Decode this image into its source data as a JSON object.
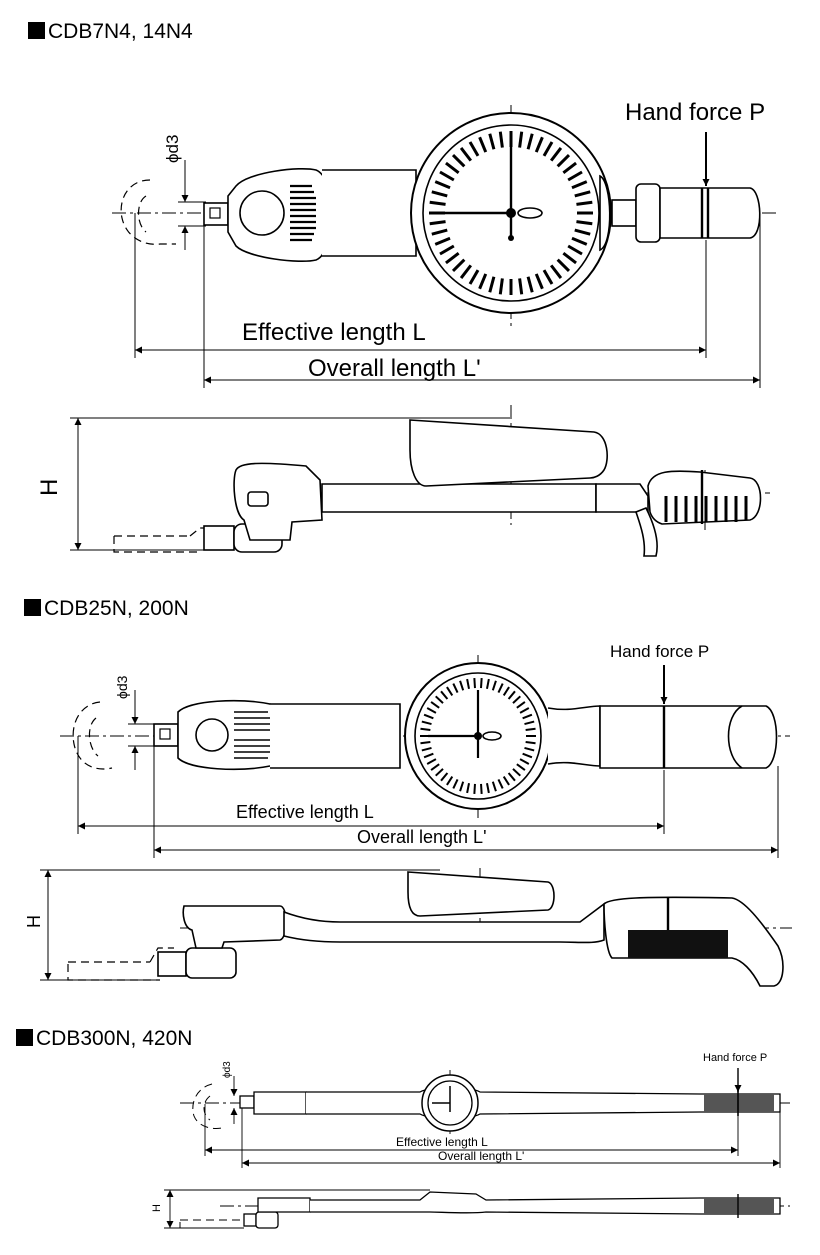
{
  "sections": [
    {
      "title": "CDB7N4, 14N4",
      "labels": {
        "hand_force": "Hand force P",
        "diameter": "ϕd3",
        "effective_length": "Effective length L",
        "overall_length": "Overall length L'",
        "height": "H"
      }
    },
    {
      "title": "CDB25N, 200N",
      "labels": {
        "hand_force": "Hand force P",
        "diameter": "ϕd3",
        "effective_length": "Effective length L",
        "overall_length": "Overall length L'",
        "height": "H"
      }
    },
    {
      "title": "CDB300N, 420N",
      "labels": {
        "hand_force": "Hand force P",
        "diameter": "ϕd3",
        "effective_length": "Effective length L",
        "overall_length": "Overall length L'",
        "height": "H"
      }
    }
  ]
}
